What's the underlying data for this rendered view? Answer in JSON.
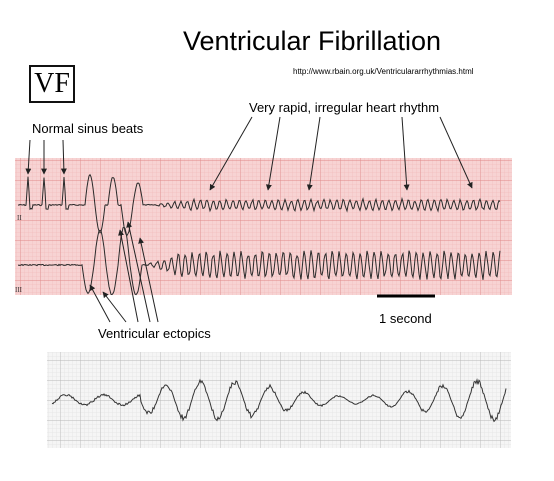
{
  "title": "Ventricular Fibrillation",
  "source_url": "http://www.rbain.org.uk/Ventriculararrhythmias.html",
  "badge": "VF",
  "annotations": {
    "normal_sinus": "Normal sinus beats",
    "very_rapid": "Very rapid, irregular heart rhythm",
    "ventricular_ectopics": "Ventricular ectopics",
    "one_second": "1 second"
  },
  "lead_labels": [
    "II",
    "III"
  ],
  "colors": {
    "ecg_paper_top": "#f6cfcf",
    "ecg_grid_top": "#e89a9a",
    "ecg_paper_bottom": "#f4f4f4",
    "ecg_grid_bottom": "#c8c8c8",
    "trace": "#2a2a2a"
  }
}
